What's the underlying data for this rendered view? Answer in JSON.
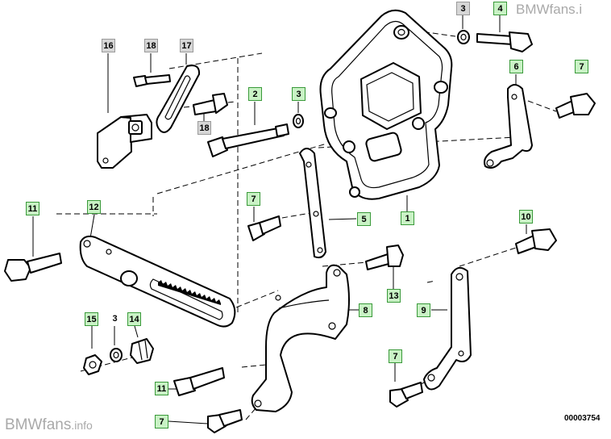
{
  "watermark_top": "BMWfans.i",
  "watermark_bottom": {
    "brand": "BMWfans",
    "suffix": ".info"
  },
  "diagram_number": "00003754",
  "label_colors": {
    "green_fill": "#c9f2c5",
    "green_border": "#3a9a3a",
    "gray_fill": "#d6d6d6"
  },
  "labels": [
    {
      "id": "p3-top",
      "text": "3",
      "style": "gray"
    },
    {
      "id": "p4",
      "text": "4",
      "style": "green"
    },
    {
      "id": "p16",
      "text": "16",
      "style": "gray"
    },
    {
      "id": "p18-top",
      "text": "18",
      "style": "gray"
    },
    {
      "id": "p17",
      "text": "17",
      "style": "gray"
    },
    {
      "id": "p18-mid",
      "text": "18",
      "style": "gray"
    },
    {
      "id": "p2",
      "text": "2",
      "style": "green"
    },
    {
      "id": "p3-mid",
      "text": "3",
      "style": "green"
    },
    {
      "id": "p6",
      "text": "6",
      "style": "green"
    },
    {
      "id": "p7-right",
      "text": "7",
      "style": "green"
    },
    {
      "id": "p11-left",
      "text": "11",
      "style": "green"
    },
    {
      "id": "p12",
      "text": "12",
      "style": "green"
    },
    {
      "id": "p7-mid",
      "text": "7",
      "style": "green"
    },
    {
      "id": "p5",
      "text": "5",
      "style": "green"
    },
    {
      "id": "p1",
      "text": "1",
      "style": "green"
    },
    {
      "id": "p10",
      "text": "10",
      "style": "green"
    },
    {
      "id": "p13",
      "text": "13",
      "style": "green"
    },
    {
      "id": "p8",
      "text": "8",
      "style": "green"
    },
    {
      "id": "p9",
      "text": "9",
      "style": "green"
    },
    {
      "id": "p15",
      "text": "15",
      "style": "green"
    },
    {
      "id": "p3-low",
      "text": "3",
      "style": "plain"
    },
    {
      "id": "p14",
      "text": "14",
      "style": "green"
    },
    {
      "id": "p7-lowright",
      "text": "7",
      "style": "green"
    },
    {
      "id": "p11-low",
      "text": "11",
      "style": "green"
    },
    {
      "id": "p7-bottom",
      "text": "7",
      "style": "green"
    }
  ]
}
